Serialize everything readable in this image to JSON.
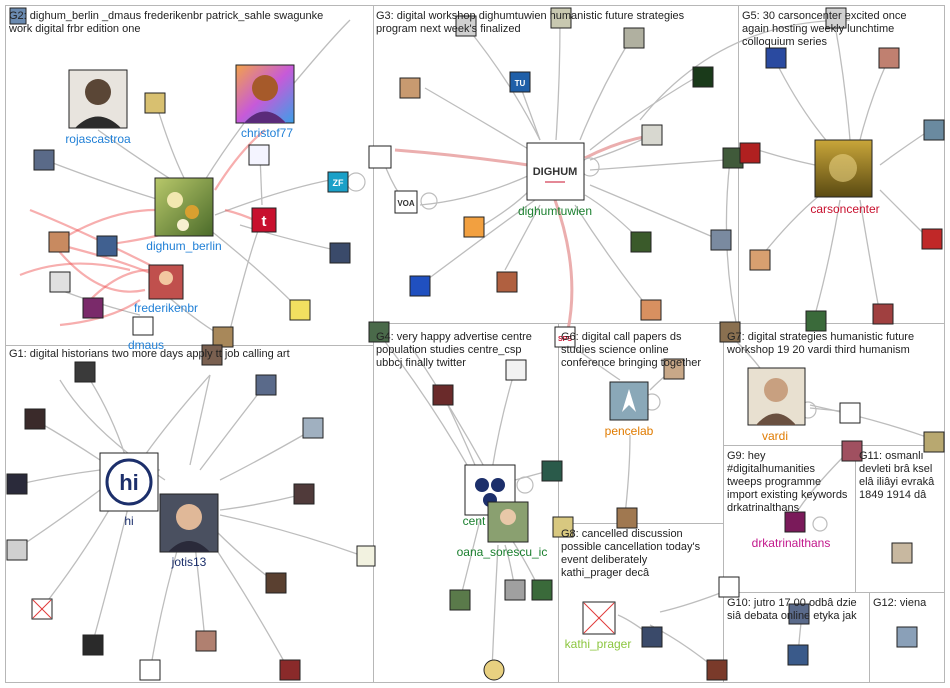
{
  "colors": {
    "blue": "#1f7fd6",
    "green": "#1a7f2e",
    "red": "#c8102e",
    "orange": "#e07b00",
    "lime": "#8cc63f",
    "magenta": "#c2188c",
    "navy": "#1c2f6b"
  },
  "panels": [
    {
      "id": "G2",
      "title": [
        "G2: dighum_berlin _dmaus frederikenbr patrick_sahle swagunke",
        "work digital frbr edition one"
      ]
    },
    {
      "id": "G3",
      "title": [
        "G3: digital workshop dighumtuwien humanistic future strategies",
        "program next week's finalized"
      ]
    },
    {
      "id": "G5",
      "title": [
        "G5: 30 carsoncenter excited once",
        "again hosting weekly lunchtime",
        "colloquium series"
      ]
    },
    {
      "id": "G1",
      "title": [
        "G1: digital historians two more days apply tt job calling art"
      ]
    },
    {
      "id": "G4",
      "title": [
        "G4: very happy advertise centre",
        "population studies centre_csp",
        "ubbcj finally twitter"
      ]
    },
    {
      "id": "G6",
      "title": [
        "G6: digital call papers ds",
        "studies science online",
        "conference bringing together"
      ]
    },
    {
      "id": "G7",
      "title": [
        "G7: digital strategies humanistic future",
        "workshop 19 20 vardi third humanism"
      ]
    },
    {
      "id": "G9",
      "title": [
        "G9: hey",
        "#digitalhumanities",
        "tweeps programme",
        "import existing keywords",
        "drkatrinalthans"
      ]
    },
    {
      "id": "G11",
      "title": [
        "G11: osmanlı",
        "devleti brâ ksel",
        "elâ iliâyi evrakâ",
        "1849 1914 dâ"
      ]
    },
    {
      "id": "G8",
      "title": [
        "G8: cancelled discussion",
        "possible cancellation today's",
        "event deliberately",
        "kathi_prager decâ"
      ]
    },
    {
      "id": "G10",
      "title": [
        "G10: jutro 17 00 odbâ dzie",
        "siâ debata online etyka jak"
      ]
    },
    {
      "id": "G12",
      "title": [
        "G12: viena"
      ]
    }
  ],
  "labels": {
    "rojascastroa": "rojascastroa",
    "christof77": "christof77",
    "dighum_berlin": "dighum_berlin",
    "frederikenbr": "frederikenbr",
    "dmaus": "dmaus",
    "dighumtuwien": "dighumtuwien",
    "dighum_logo": "DIGHUM",
    "carsoncenter": "carsoncenter",
    "hi": "hi",
    "jotis13": "jotis13",
    "centre": "cent",
    "oana": "oana_sorescu_ic",
    "pencelab": "pencelab",
    "vardi": "vardi",
    "drkatrinalthans": "drkatrinalthans",
    "kathi_prager": "kathi_prager",
    "tu_logo": "TU",
    "zf_logo": "ZF",
    "voa_logo": "VOA",
    "t_logo": "t",
    "sps_logo": "SPS"
  }
}
